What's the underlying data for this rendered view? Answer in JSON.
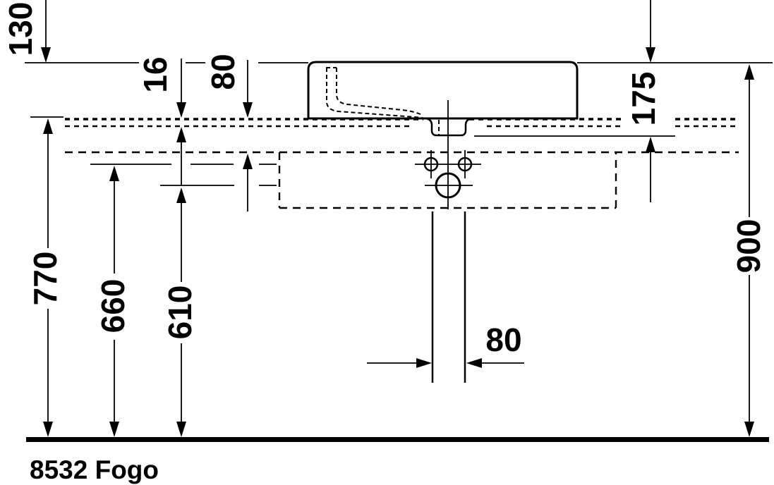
{
  "drawing": {
    "model_label": "8532 Fogo",
    "type": "technical-installation-drawing",
    "units": "mm",
    "colors": {
      "line": "#000000",
      "background": "#ffffff"
    },
    "dimensions": {
      "d130": "130",
      "d16": "16",
      "d80_console": "80",
      "d175": "175",
      "d770": "770",
      "d660": "660",
      "d610": "610",
      "d900": "900",
      "d80_drain": "80"
    }
  }
}
